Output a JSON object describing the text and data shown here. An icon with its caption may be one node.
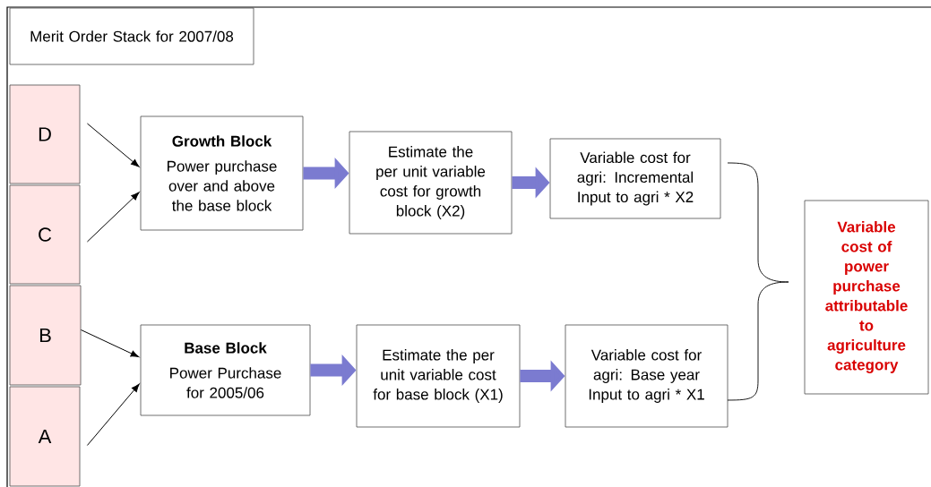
{
  "diagram": {
    "nodes": [
      {
        "text": [
          "Merit Order Stack for 2007/08"
        ]
      },
      {
        "text": [
          "D"
        ]
      },
      {
        "text": [
          "C"
        ]
      },
      {
        "text": [
          "B"
        ]
      },
      {
        "text": [
          "A"
        ]
      },
      {
        "text": [
          "Growth Block",
          "Power purchase over and above the base block"
        ]
      },
      {
        "text": [
          "Estimate the per unit variable cost for growth block (X2)"
        ]
      },
      {
        "text": [
          "Variable cost for agri: Incremental Input to agri * X2"
        ]
      },
      {
        "text": [
          "Base Block",
          "Power Purchase for 2005/06"
        ]
      },
      {
        "text": [
          "Estimate the per unit variable cost for base block (X1)"
        ]
      },
      {
        "text": [
          "Variable cost for agri: Base year Input to agri * X1"
        ]
      },
      {
        "text": [
          "Variable cost of power purchase attributable to agriculture category"
        ]
      }
    ],
    "edges": [
      {
        "from": 1,
        "to": 5,
        "arrow": "to"
      },
      {
        "from": 2,
        "to": 5,
        "arrow": "to"
      },
      {
        "from": 3,
        "to": 8,
        "arrow": "to"
      },
      {
        "from": 4,
        "to": 8,
        "arrow": "to"
      },
      {
        "from": 5,
        "to": 6,
        "arrow": "to",
        "style": "thick",
        "color": "#7b7bd0"
      },
      {
        "from": 6,
        "to": 7,
        "arrow": "to",
        "style": "thick",
        "color": "#7b7bd0"
      },
      {
        "from": 8,
        "to": 9,
        "arrow": "to",
        "style": "thick",
        "color": "#7b7bd0"
      },
      {
        "from": 9,
        "to": 10,
        "arrow": "to",
        "style": "thick",
        "color": "#7b7bd0"
      }
    ]
  }
}
